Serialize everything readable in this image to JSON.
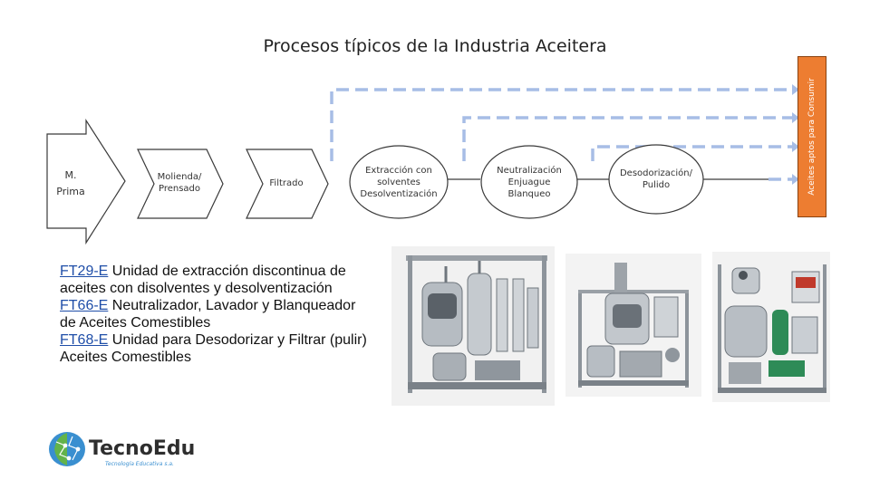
{
  "title": "Procesos típicos de la Industria Aceitera",
  "flow": {
    "input_label_line1": "M.",
    "input_label_line2": "Prima",
    "steps": [
      {
        "label": "Molienda/\nPrensado"
      },
      {
        "label": "Filtrado"
      },
      {
        "label": "Extracción con\nsolventes\nDesolventización"
      },
      {
        "label": "Neutralización\nEnjuague\nBlanqueo"
      },
      {
        "label": "Desodorización/\nPulido"
      }
    ],
    "output_label": "Aceites aptos para Consumir",
    "colors": {
      "shape_fill": "#ffffff",
      "shape_border": "#3a3a3a",
      "dashed_line": "#a7bde6",
      "output_fill": "#ed7d31"
    }
  },
  "description": {
    "items": [
      {
        "code": "FT29-E",
        "text": " Unidad de extracción discontinua de aceites con disolventes y desolventización"
      },
      {
        "code": "FT66-E",
        "text": " Neutralizador, Lavador y Blanqueador de Aceites Comestibles"
      },
      {
        "code": "FT68-E",
        "text": " Unidad para Desodorizar y Filtrar (pulir) Aceites Comestibles"
      }
    ]
  },
  "logo": {
    "text": "TecnoEdu",
    "subtitle": "Tecnología Educativa s.a."
  }
}
